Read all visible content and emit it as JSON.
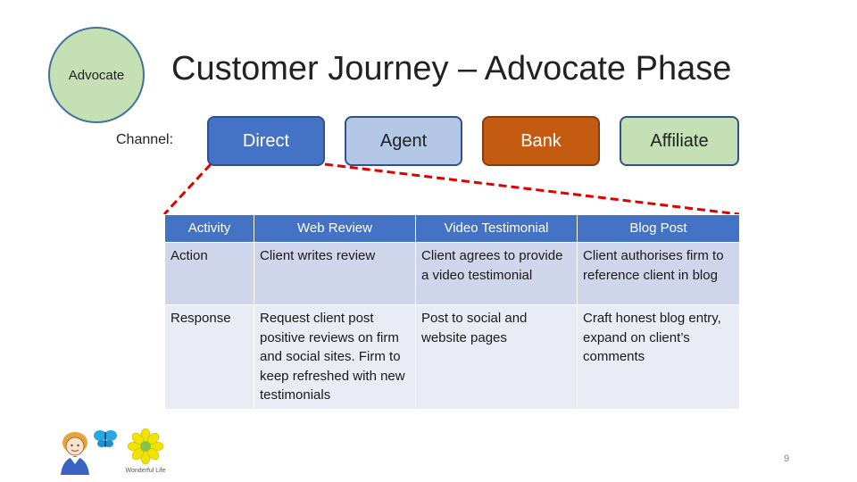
{
  "badge": {
    "label": "Advocate"
  },
  "title": "Customer Journey – Advocate Phase",
  "channel": {
    "label": "Channel:",
    "items": [
      "Direct",
      "Agent",
      "Bank",
      "Affiliate"
    ]
  },
  "table": {
    "headers": [
      "Activity",
      "Web Review",
      "Video Testimonial",
      "Blog Post"
    ],
    "rows": [
      [
        "Action",
        "Client writes review",
        "Client agrees to provide a video testimonial",
        "Client authorises firm to reference client in blog"
      ],
      [
        "Response",
        "Request client post positive reviews on firm and social sites. Firm to keep refreshed with new testimonials",
        "Post to social and website pages",
        "Craft honest blog entry, expand on client’s comments"
      ]
    ]
  },
  "logo": {
    "text": "Wonderful Life"
  },
  "page_number": "9",
  "colors": {
    "direct": "#4472c4",
    "agent": "#b4c7e7",
    "bank": "#c55a11",
    "affiliate": "#c5e0b4",
    "header": "#4472c4",
    "row1": "#cfd5ea",
    "row2": "#e9ebf5",
    "connector": "#e00000"
  }
}
